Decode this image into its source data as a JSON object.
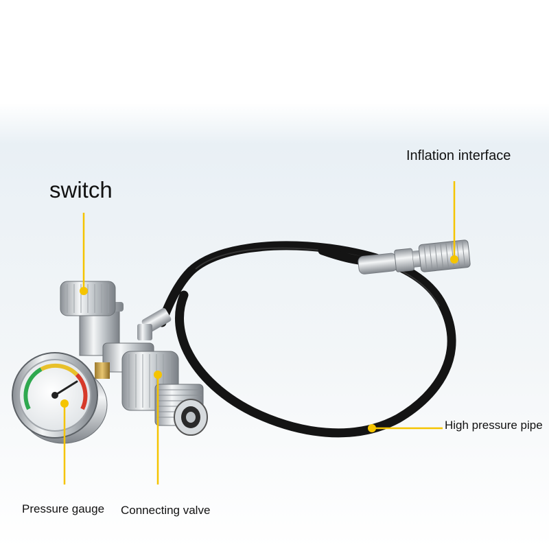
{
  "labels": {
    "switch": "switch",
    "inflation_interface": "Inflation interface",
    "high_pressure_pipe": "High pressure pipe",
    "pressure_gauge": "Pressure gauge",
    "connecting_valve": "Connecting valve"
  },
  "colors": {
    "callout": "#f5c400",
    "hose": "#141414",
    "metal": "#c8ccd0",
    "gauge_green": "#2fa84f",
    "gauge_red": "#d63a2a"
  }
}
